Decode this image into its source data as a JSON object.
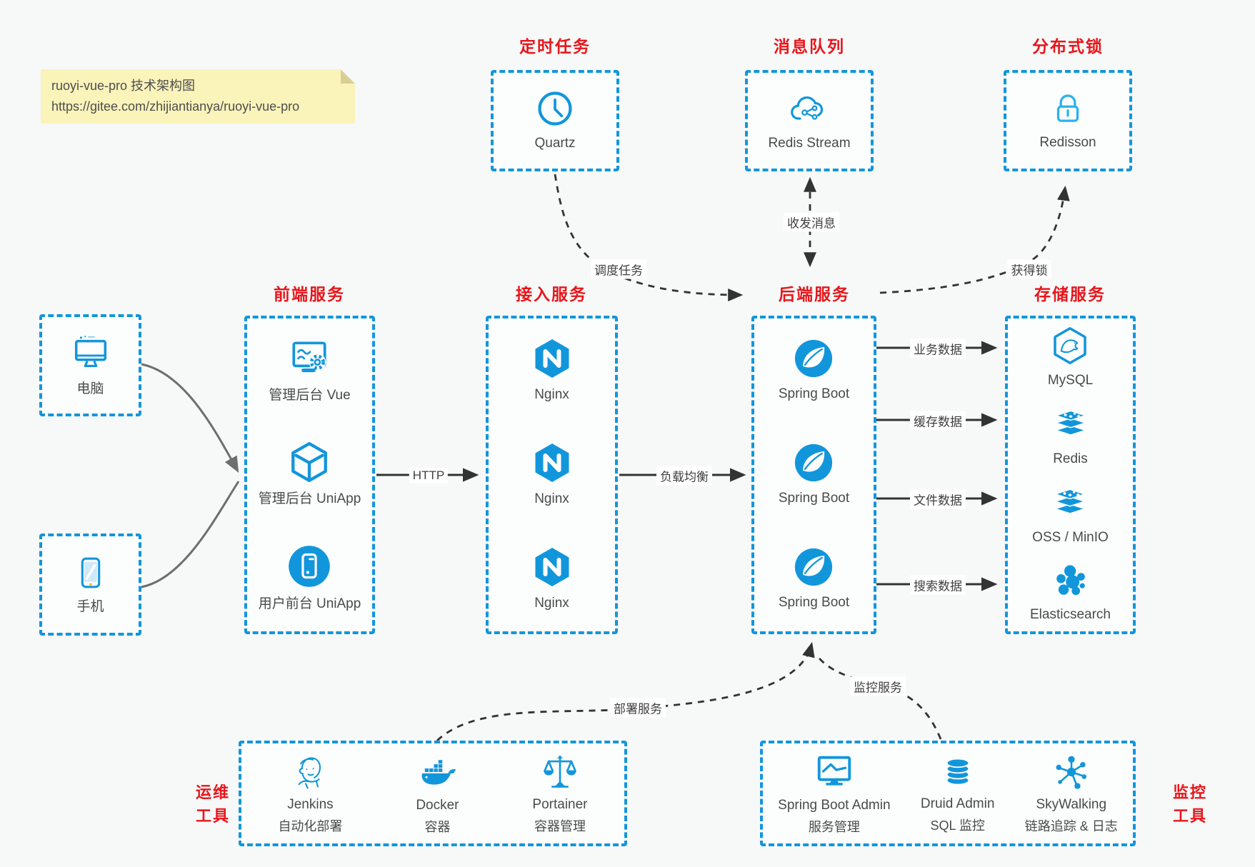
{
  "note": {
    "line1": "ruoyi-vue-pro 技术架构图",
    "line2": "https://gitee.com/zhijiantianya/ruoyi-vue-pro"
  },
  "top": {
    "scheduler": {
      "title": "定时任务",
      "item": "Quartz"
    },
    "mq": {
      "title": "消息队列",
      "item": "Redis Stream"
    },
    "lock": {
      "title": "分布式锁",
      "item": "Redisson"
    }
  },
  "clients": {
    "pc": "电脑",
    "mobile": "手机"
  },
  "cols": {
    "frontend": {
      "title": "前端服务",
      "items": [
        "管理后台 Vue",
        "管理后台 UniApp",
        "用户前台 UniApp"
      ]
    },
    "gateway": {
      "title": "接入服务",
      "items": [
        "Nginx",
        "Nginx",
        "Nginx"
      ]
    },
    "backend": {
      "title": "后端服务",
      "items": [
        "Spring Boot",
        "Spring Boot",
        "Spring Boot"
      ]
    },
    "storage": {
      "title": "存储服务",
      "items": [
        "MySQL",
        "Redis",
        "OSS / MinIO",
        "Elasticsearch"
      ]
    }
  },
  "bottom": {
    "ops": {
      "t1": "运维",
      "t2": "工具",
      "items": [
        {
          "name": "Jenkins",
          "desc": "自动化部署"
        },
        {
          "name": "Docker",
          "desc": "容器"
        },
        {
          "name": "Portainer",
          "desc": "容器管理"
        }
      ]
    },
    "monitoring": {
      "t1": "监控",
      "t2": "工具",
      "items": [
        {
          "name": "Spring Boot Admin",
          "desc": "服务管理"
        },
        {
          "name": "Druid Admin",
          "desc": "SQL 监控"
        },
        {
          "name": "SkyWalking",
          "desc": "链路追踪 & 日志"
        }
      ]
    }
  },
  "edges": {
    "schedule": "调度任务",
    "messaging": "收发消息",
    "acquire_lock": "获得锁",
    "http": "HTTP",
    "load_balance": "负载均衡",
    "business_data": "业务数据",
    "cache_data": "缓存数据",
    "file_data": "文件数据",
    "search_data": "搜索数据",
    "deploy": "部署服务",
    "monitor": "监控服务"
  },
  "colors": {
    "accent_blue": "#1296db",
    "title_red": "#e7161b",
    "note_bg": "#faf3ba",
    "arrow": "#333333"
  }
}
